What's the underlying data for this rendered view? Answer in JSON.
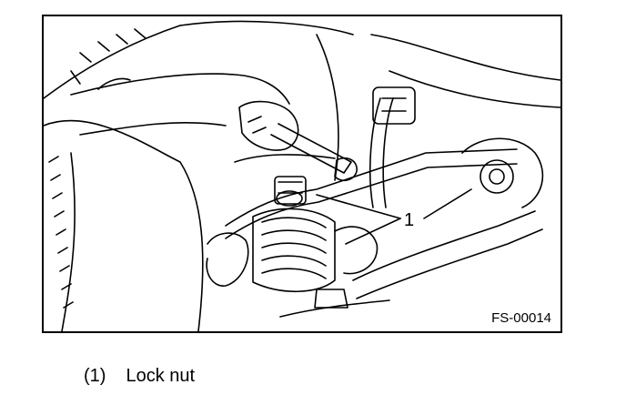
{
  "figure": {
    "code": "FS-00014",
    "callout": "1"
  },
  "legend": [
    {
      "number": "(1)",
      "label": "Lock nut"
    }
  ],
  "colors": {
    "ink": "#000000",
    "paper": "#ffffff"
  }
}
